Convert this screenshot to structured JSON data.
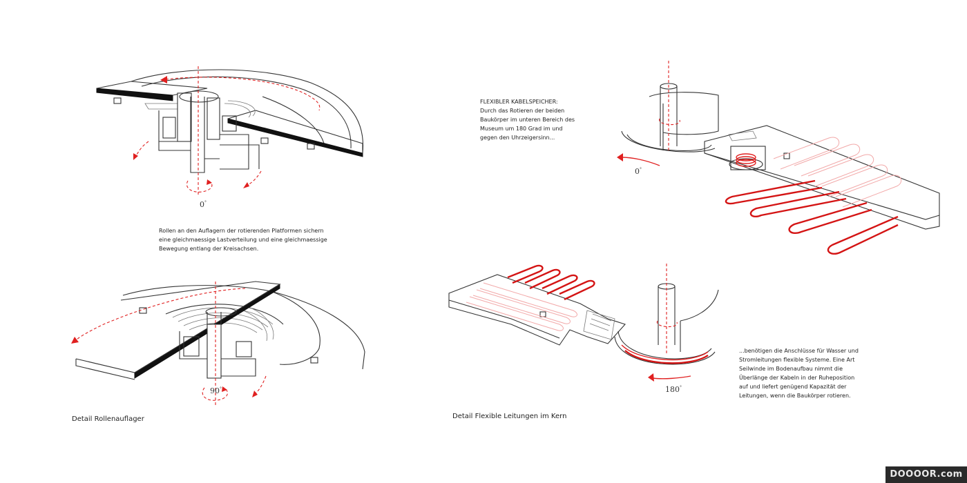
{
  "left_panel": {
    "top_angle": "0",
    "bottom_angle": "90",
    "description_lines": [
      "Rollen an den Auflagern der rotierenden Platformen sichern",
      "eine gleichmaessige Lastverteilung und eine gleichmaessige",
      "Bewegung entlang der Kreisachsen."
    ],
    "caption": "Detail Rollenauflager"
  },
  "right_panel": {
    "top_angle": "0",
    "bottom_angle": "180",
    "flex_note_lines": [
      "FLEXIBLER KABELSPEICHER:",
      "Durch das Rotieren der beiden",
      "Baukörper im unteren Bereich des",
      "Museum um 180 Grad im und",
      "gegen den Uhrzeigersinn..."
    ],
    "connections_note_lines": [
      "...benötigen die Anschlüsse für Wasser und",
      "Stromleitungen flexible Systeme. Eine Art",
      "Seilwinde im Bodenaufbau nimmt die",
      "Überlänge der Kabeln in der Ruheposition",
      "auf und liefert genügend Kapazität der",
      "Leitungen, wenn die Baukörper rotieren."
    ],
    "caption": "Detail Flexible Leitungen im Kern"
  },
  "watermark": "DOOOOR.com",
  "degree_symbol": "°",
  "colors": {
    "accent_red": "#e02020",
    "line": "#333333",
    "background": "#ffffff"
  }
}
